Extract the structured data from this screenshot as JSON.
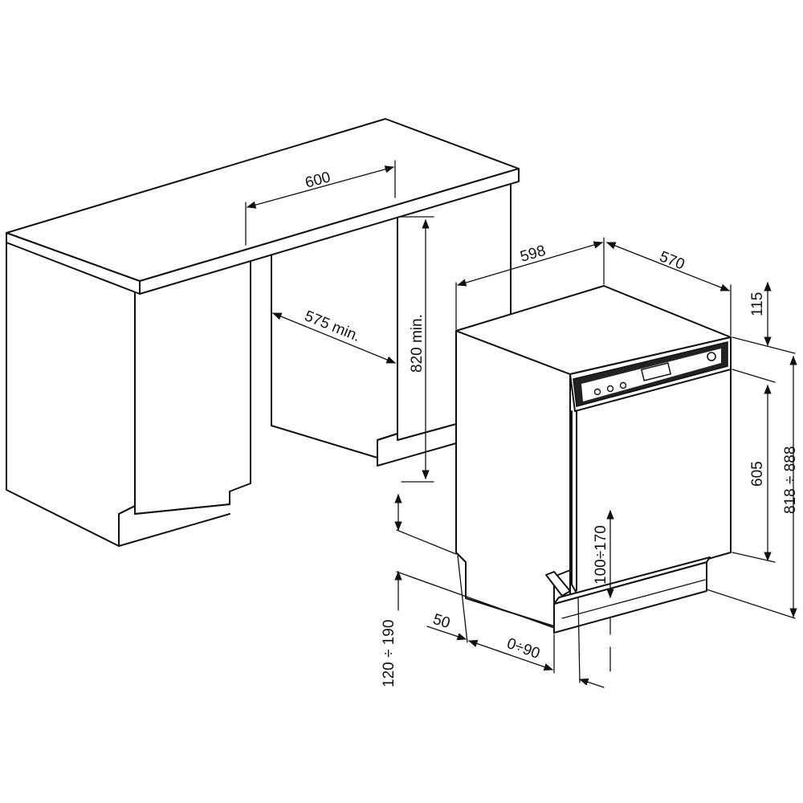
{
  "dimensions": {
    "cabinet_width": "600",
    "cabinet_depth": "575 min.",
    "cabinet_height": "820 min.",
    "appliance_width": "598",
    "appliance_depth": "570",
    "panel_height": "115",
    "door_height": "605",
    "total_height": "818 ÷ 888",
    "plinth_gap": "100÷170",
    "plinth_height": "120 ÷ 190",
    "plinth_offset": "50",
    "plinth_setback": "0÷90"
  },
  "colors": {
    "line": "#111111",
    "background": "#ffffff",
    "panel": "#222222"
  }
}
